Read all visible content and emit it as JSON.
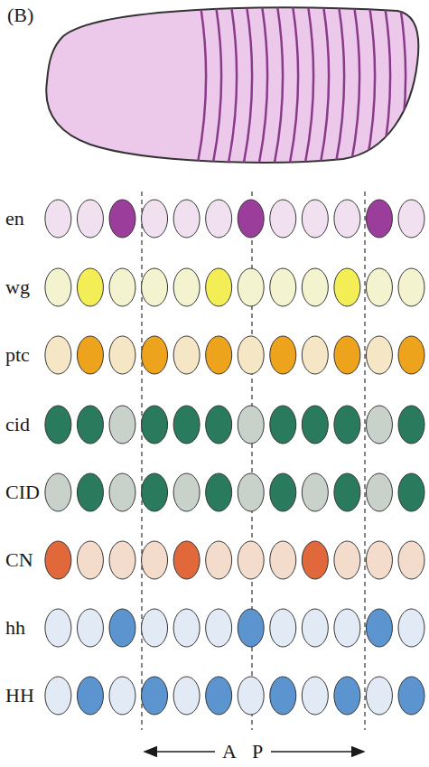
{
  "diagram": {
    "labels": [
      "(B)",
      "en",
      "wg",
      "ptc",
      "cid",
      "CID",
      "CN",
      "hh",
      "HH",
      "A",
      "P"
    ]
  }
}
